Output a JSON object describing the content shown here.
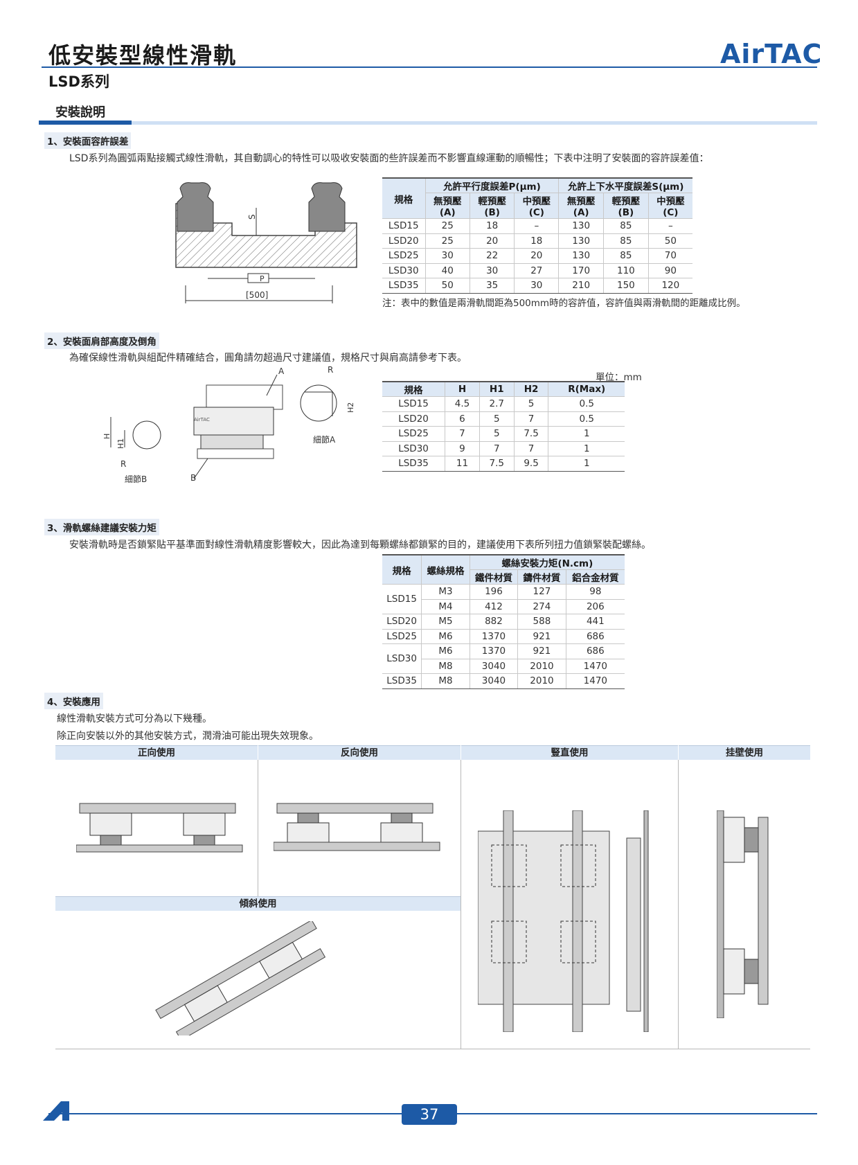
{
  "header": {
    "title": "低安裝型線性滑軌",
    "series": "LSD系列",
    "logo": "AirTAC",
    "section": "安裝說明"
  },
  "s1": {
    "heading": "1、安裝面容許誤差",
    "text": "LSD系列為圓弧兩點接觸式線性滑軌，其自動調心的特性可以吸收安裝面的些許誤差而不影響直線運動的順暢性；下表中注明了安裝面的容許誤差值：",
    "diagram": {
      "s_label": "S",
      "p_label": "P",
      "span_label": "[500]"
    },
    "table": {
      "h_model": "規格",
      "h_parallel": "允許平行度誤差P(μm)",
      "h_level": "允許上下水平度誤差S(μm)",
      "sub": [
        "無預壓(A)",
        "輕預壓(B)",
        "中預壓(C)",
        "無預壓(A)",
        "輕預壓(B)",
        "中預壓(C)"
      ],
      "rows": [
        [
          "LSD15",
          "25",
          "18",
          "–",
          "130",
          "85",
          "–"
        ],
        [
          "LSD20",
          "25",
          "20",
          "18",
          "130",
          "85",
          "50"
        ],
        [
          "LSD25",
          "30",
          "22",
          "20",
          "130",
          "85",
          "70"
        ],
        [
          "LSD30",
          "40",
          "30",
          "27",
          "170",
          "110",
          "90"
        ],
        [
          "LSD35",
          "50",
          "35",
          "30",
          "210",
          "150",
          "120"
        ]
      ]
    },
    "note": "注：表中的數值是兩滑軌間距為500mm時的容許值，容許值與兩滑軌間的距離成比例。"
  },
  "s2": {
    "heading": "2、安裝面肩部高度及倒角",
    "text": "為確保線性滑軌與組配件精確結合，圓角請勿超過尺寸建議值，規格尺寸與肩高請參考下表。",
    "unit": "單位：mm",
    "diagram": {
      "a": "A",
      "b": "B",
      "r": "R",
      "h": "H",
      "h1": "H1",
      "h2": "H2",
      "detail_a": "細節A",
      "detail_b": "細節B"
    },
    "table": {
      "headers": [
        "規格",
        "H",
        "H1",
        "H2",
        "R(Max)"
      ],
      "rows": [
        [
          "LSD15",
          "4.5",
          "2.7",
          "5",
          "0.5"
        ],
        [
          "LSD20",
          "6",
          "5",
          "7",
          "0.5"
        ],
        [
          "LSD25",
          "7",
          "5",
          "7.5",
          "1"
        ],
        [
          "LSD30",
          "9",
          "7",
          "7",
          "1"
        ],
        [
          "LSD35",
          "11",
          "7.5",
          "9.5",
          "1"
        ]
      ]
    }
  },
  "s3": {
    "heading": "3、滑軌螺絲建議安裝力矩",
    "text": "安裝滑軌時是否鎖緊貼平基準面對線性滑軌精度影響較大，因此為達到每顆螺絲都鎖緊的目的，建議使用下表所列扭力值鎖緊裝配螺絲。",
    "table": {
      "h_model": "規格",
      "h_screw": "螺絲規格",
      "h_torque": "螺絲安裝力矩(N.cm)",
      "sub": [
        "鐵件材質",
        "鑄件材質",
        "鋁合金材質"
      ],
      "rows": [
        [
          "LSD15",
          "M3",
          "196",
          "127",
          "98"
        ],
        [
          "",
          "M4",
          "412",
          "274",
          "206"
        ],
        [
          "LSD20",
          "M5",
          "882",
          "588",
          "441"
        ],
        [
          "LSD25",
          "M6",
          "1370",
          "921",
          "686"
        ],
        [
          "LSD30",
          "M6",
          "1370",
          "921",
          "686"
        ],
        [
          "",
          "M8",
          "3040",
          "2010",
          "1470"
        ],
        [
          "LSD35",
          "M8",
          "3040",
          "2010",
          "1470"
        ]
      ]
    }
  },
  "s4": {
    "heading": "4、安裝應用",
    "line1": "線性滑軌安裝方式可分為以下幾種。",
    "line2": "除正向安裝以外的其他安裝方式，潤滑油可能出現失效現象。",
    "cols": [
      "正向使用",
      "反向使用",
      "豎直使用",
      "挂壁使用"
    ],
    "tilt": "傾斜使用"
  },
  "footer": {
    "page": "37"
  }
}
